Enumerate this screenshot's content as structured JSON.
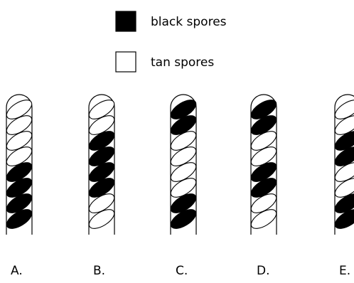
{
  "legend": {
    "black_label": "black spores",
    "tan_label": "tan spores"
  },
  "colors": {
    "black": "#000000",
    "tan": "#ffffff",
    "outline": "#000000"
  },
  "asci": [
    {
      "label": "A.",
      "spores": [
        "tan",
        "tan",
        "tan",
        "tan",
        "black",
        "black",
        "black",
        "black"
      ]
    },
    {
      "label": "B.",
      "spores": [
        "tan",
        "tan",
        "black",
        "black",
        "black",
        "black",
        "tan",
        "tan"
      ]
    },
    {
      "label": "C.",
      "spores": [
        "black",
        "black",
        "tan",
        "tan",
        "tan",
        "tan",
        "black",
        "black"
      ]
    },
    {
      "label": "D.",
      "spores": [
        "black",
        "black",
        "tan",
        "tan",
        "black",
        "black",
        "tan",
        "tan"
      ]
    },
    {
      "label": "E.",
      "spores": [
        "tan",
        "tan",
        "black",
        "black",
        "tan",
        "tan",
        "black",
        "black"
      ]
    }
  ]
}
